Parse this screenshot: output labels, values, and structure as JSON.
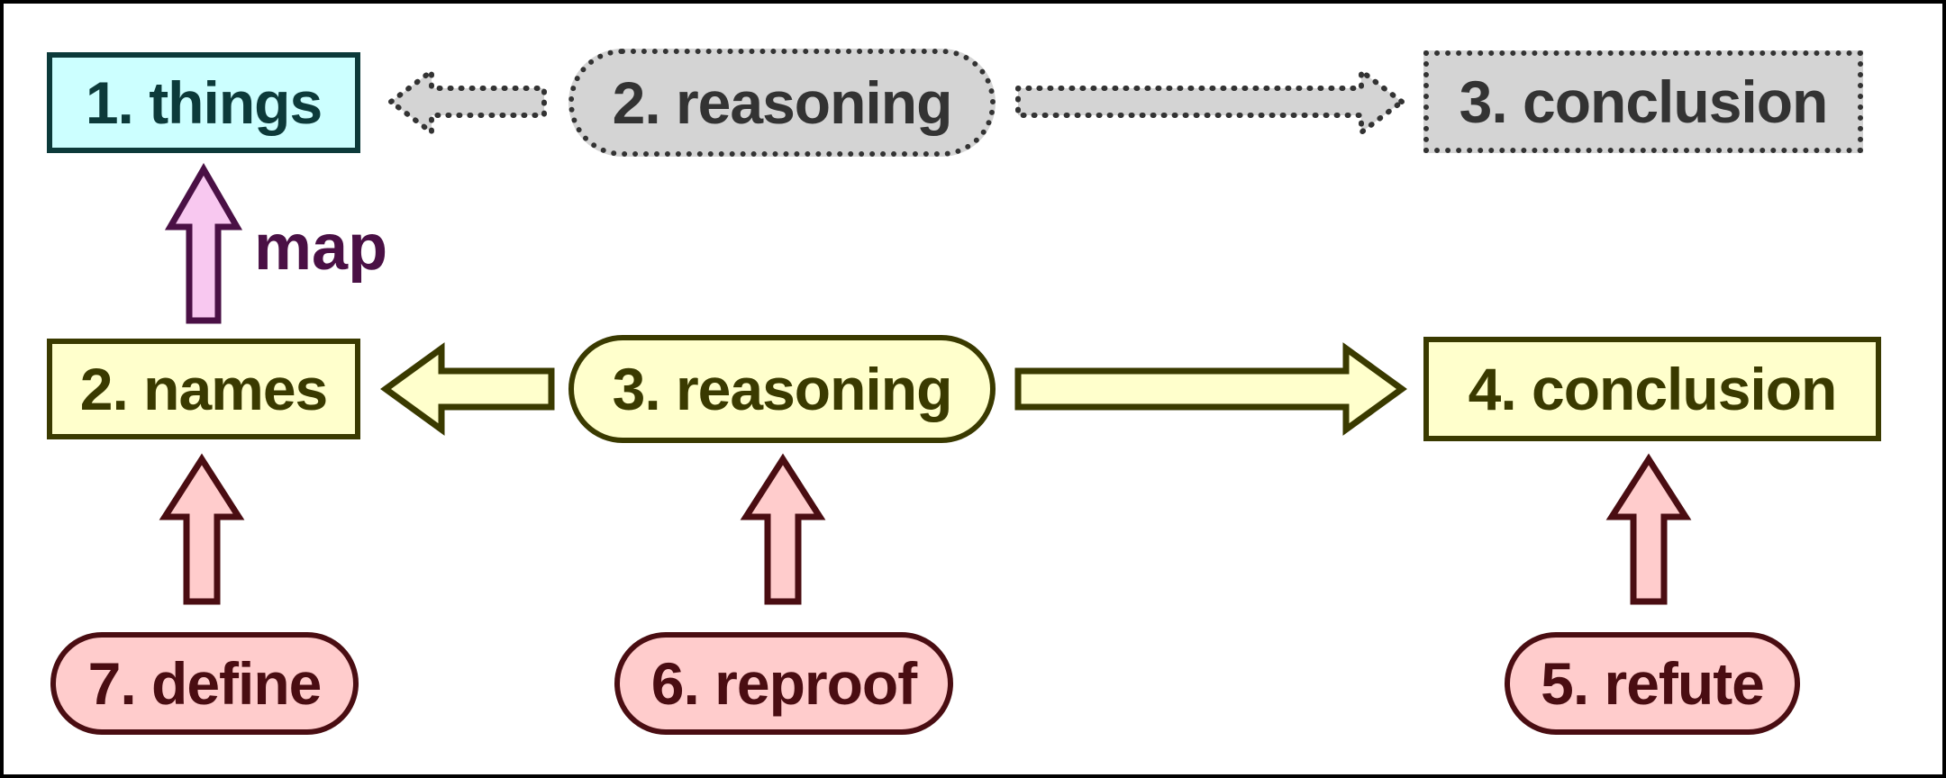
{
  "colors": {
    "canvas_bg": "#ffffff",
    "frame": "#000000",
    "cyan_fill": "#ccffff",
    "teal_border": "#0c3a3a",
    "gray_fill": "#d4d4d4",
    "gray_border": "#333333",
    "yellow_fill": "#ffffcc",
    "olive_border": "#3a3a00",
    "pink_fill": "#ffcccc",
    "maroon_border": "#4a0d12",
    "map_fill": "#f8c8f0",
    "purple_border": "#4a1045"
  },
  "diagram": {
    "upper_row": {
      "things": "1. things",
      "reasoning": "2. reasoning",
      "conclusion": "3. conclusion"
    },
    "lower_row": {
      "names": "2. names",
      "reasoning": "3. reasoning",
      "conclusion": "4. conclusion"
    },
    "method_row": {
      "define": "7. define",
      "reproof": "6. reproof",
      "refute": "5. refute"
    },
    "map_label": "map"
  }
}
